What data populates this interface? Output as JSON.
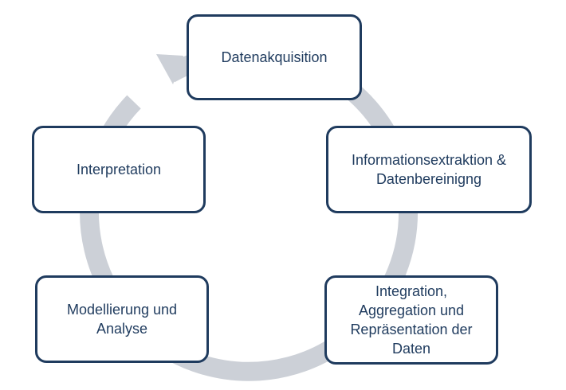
{
  "diagram": {
    "type": "cycle",
    "ring_color": "#ccd0d7",
    "box_border_color": "#1f3b5e",
    "text_color": "#1f3b5e",
    "steps": [
      {
        "label": "Datenakquisition"
      },
      {
        "label": "Informationsextraktion &\nDatenbereinigng"
      },
      {
        "label": "Integration,\nAggregation und\nRepräsentation der\nDaten"
      },
      {
        "label": "Modellierung und\nAnalyse"
      },
      {
        "label": "Interpretation"
      }
    ]
  }
}
